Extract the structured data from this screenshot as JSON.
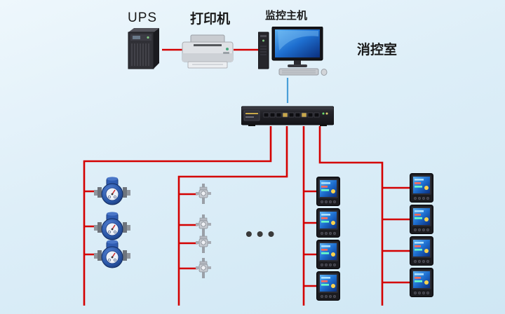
{
  "diagram": {
    "labels": {
      "ups": "UPS",
      "printer": "打印机",
      "host": "监控主机",
      "room": "消控室",
      "ellipsis": "•••"
    },
    "colors": {
      "background": "#d9edf8",
      "wire_red": "#d40000",
      "wire_blue": "#4a9fd8",
      "label_text": "#1a1a1a"
    },
    "devices": {
      "ups": {
        "type": "ups-tower",
        "count": 1
      },
      "printer": {
        "type": "laser-printer",
        "count": 1
      },
      "host": {
        "type": "desktop-computer-with-monitor",
        "count": 1
      },
      "collector": {
        "type": "rack-data-collector",
        "count": 1
      },
      "water_meters": {
        "type": "water-meter",
        "count": 3
      },
      "valves": {
        "type": "valve-sensor",
        "count": 4
      },
      "power_meters_column1": {
        "type": "digital-power-meter",
        "count": 4
      },
      "power_meters_column2": {
        "type": "digital-power-meter",
        "count": 4
      }
    }
  }
}
